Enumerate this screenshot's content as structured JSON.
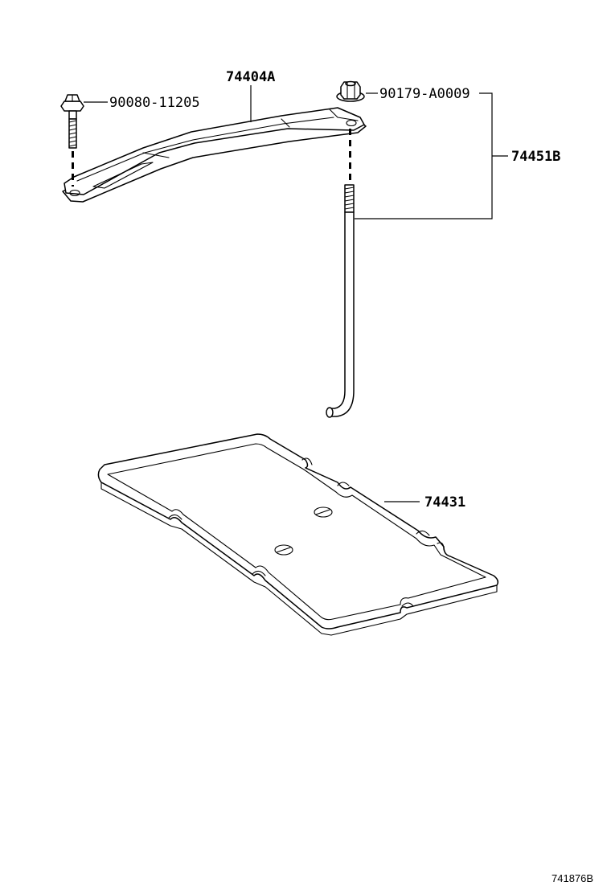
{
  "parts": {
    "bolt": "90080-11205",
    "clamp": "74404A",
    "nut": "90179-A0009",
    "rod_assembly": "74451B",
    "tray": "74431"
  },
  "diagram_ref": "741876B"
}
